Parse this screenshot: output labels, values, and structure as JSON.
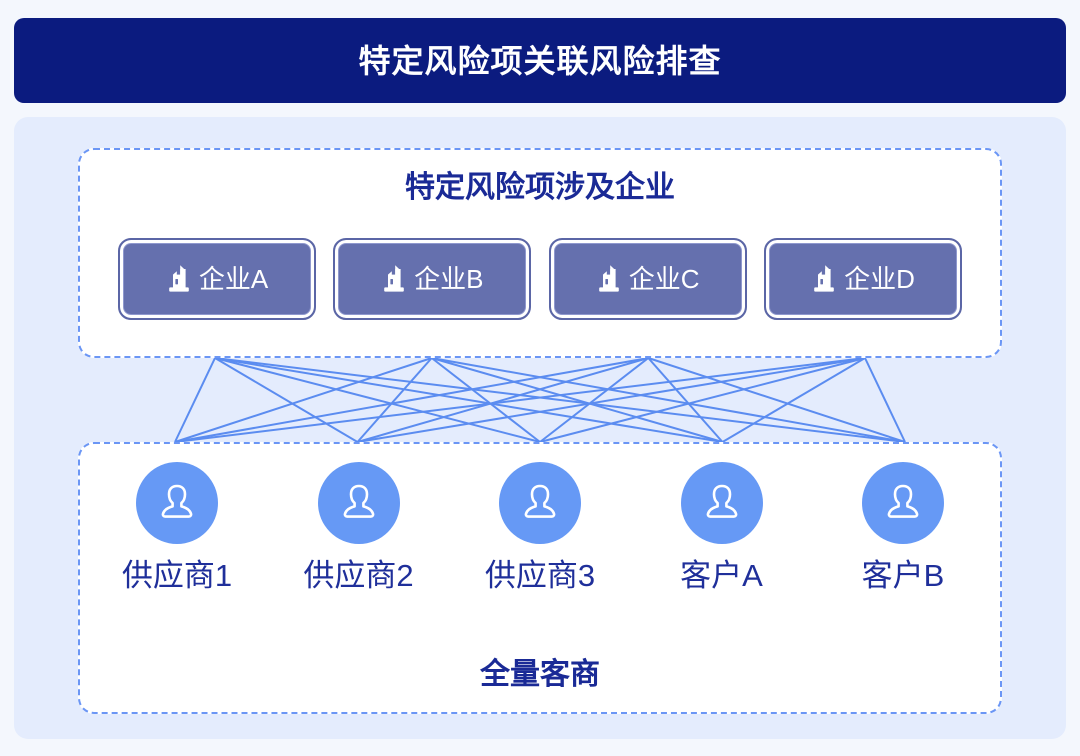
{
  "page": {
    "background_color": "#f4f7fd"
  },
  "header": {
    "title": "特定风险项关联风险排查",
    "background_color": "#0b1b7f",
    "text_color": "#ffffff"
  },
  "panel": {
    "background_color": "#e4ecfd",
    "dashed_border_color": "#6b96f5"
  },
  "enterprise_section": {
    "heading": "特定风险项涉及企业",
    "heading_color": "#1a2a96",
    "box_fill_color": "#6570ae",
    "box_label_color": "#ffffff",
    "icon_name": "building-icon",
    "items": [
      {
        "label": "企业A",
        "icon": "building-icon"
      },
      {
        "label": "企业B",
        "icon": "building-icon"
      },
      {
        "label": "企业C",
        "icon": "building-icon"
      },
      {
        "label": "企业D",
        "icon": "building-icon"
      }
    ]
  },
  "connectors": {
    "line_color": "#5b8cf0",
    "description": "fully-connected mesh between enterprises and partners"
  },
  "partner_section": {
    "footer": "全量客商",
    "footer_color": "#1a2a96",
    "circle_color": "#6699f5",
    "label_color": "#1f2f9a",
    "icon_name": "person-icon",
    "items": [
      {
        "label": "供应商1",
        "icon": "person-icon"
      },
      {
        "label": "供应商2",
        "icon": "person-icon"
      },
      {
        "label": "供应商3",
        "icon": "person-icon"
      },
      {
        "label": "客户A",
        "icon": "person-icon"
      },
      {
        "label": "客户B",
        "icon": "person-icon"
      }
    ]
  }
}
